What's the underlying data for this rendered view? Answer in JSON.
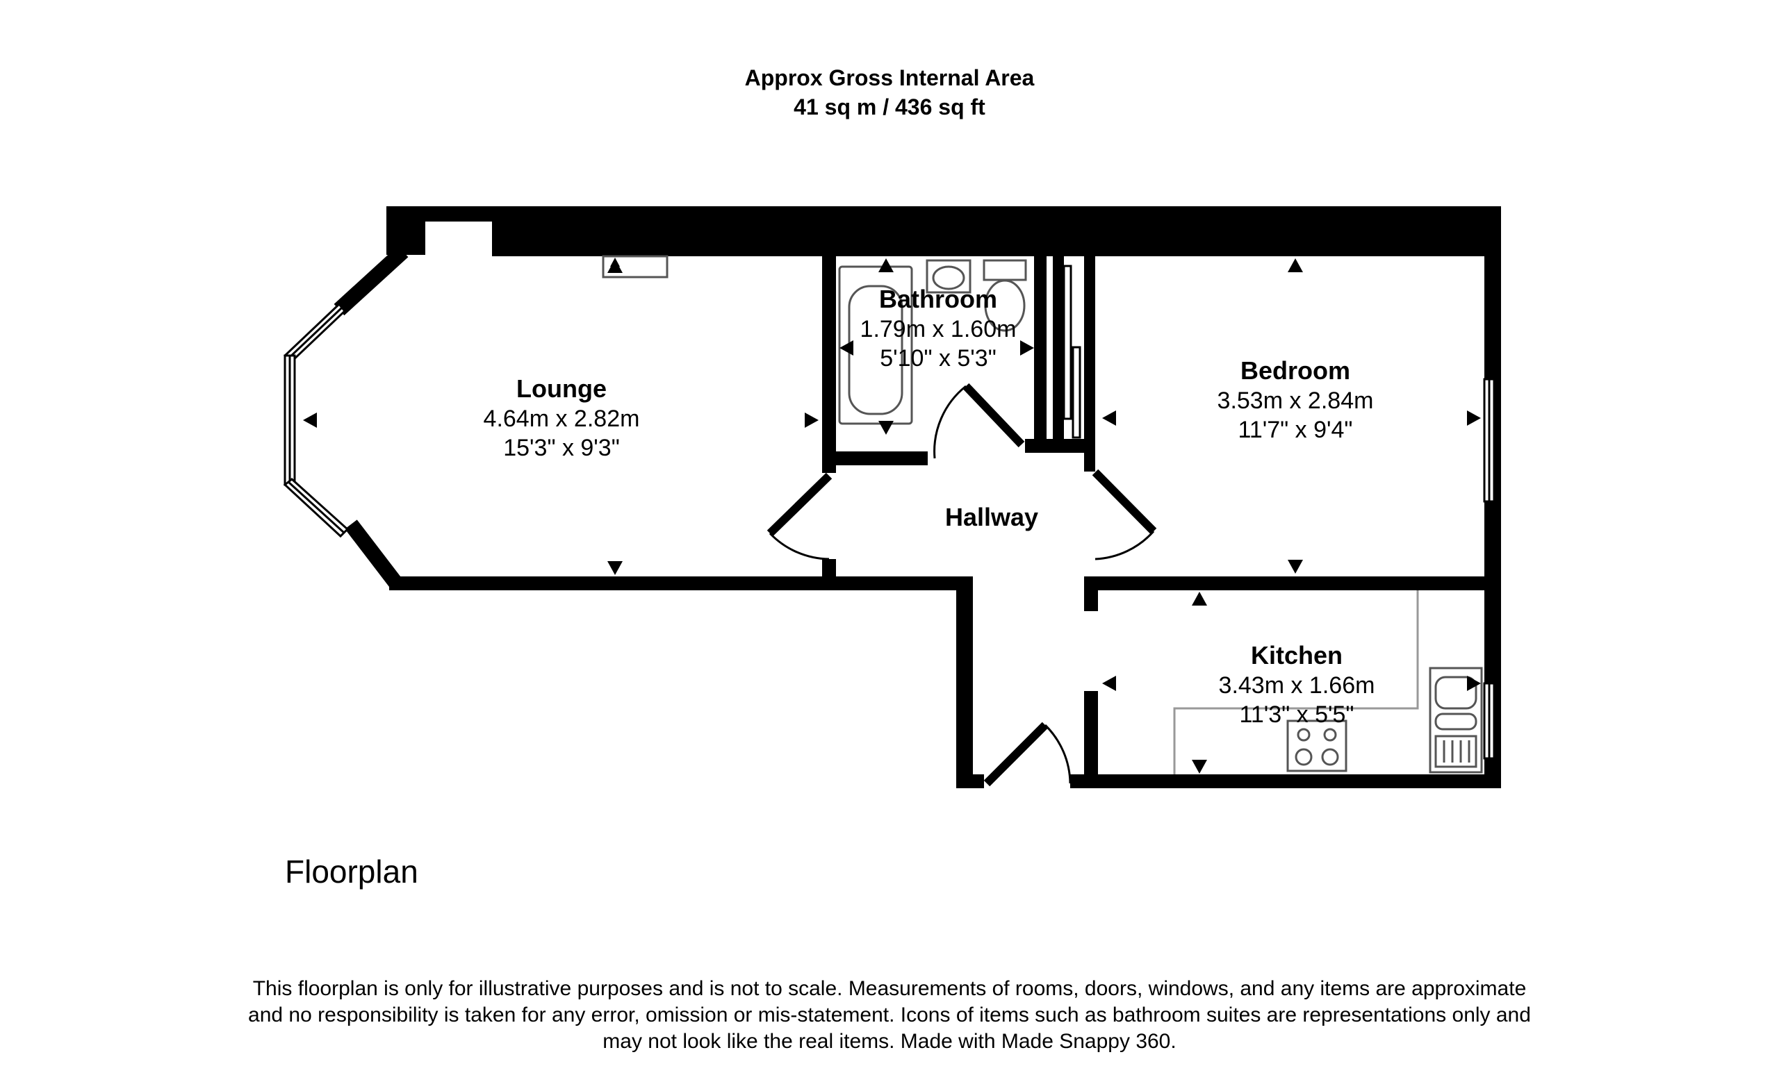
{
  "header": {
    "line1": "Approx Gross Internal Area",
    "line2": "41 sq m / 436 sq ft"
  },
  "rooms": {
    "lounge": {
      "name": "Lounge",
      "metric": "4.64m x 2.82m",
      "imperial": "15'3\" x 9'3\""
    },
    "bathroom": {
      "name": "Bathroom",
      "metric": "1.79m x 1.60m",
      "imperial": "5'10\" x 5'3\""
    },
    "bedroom": {
      "name": "Bedroom",
      "metric": "3.53m x 2.84m",
      "imperial": "11'7\" x 9'4\""
    },
    "hallway": {
      "name": "Hallway"
    },
    "kitchen": {
      "name": "Kitchen",
      "metric": "3.43m x 1.66m",
      "imperial": "11'3\" x 5'5\""
    }
  },
  "floor_label": "Floorplan",
  "disclaimer": {
    "line1": "This floorplan is only for illustrative purposes and is not to scale. Measurements of rooms, doors, windows, and any items are approximate",
    "line2": "and no responsibility is taken for any error, omission or mis-statement. Icons of items such as bathroom suites are representations only and",
    "line3": "may not look like the real items. Made with Made Snappy 360."
  },
  "colors": {
    "wall": "#000000",
    "background": "#ffffff",
    "fixture_stroke": "#555555"
  }
}
